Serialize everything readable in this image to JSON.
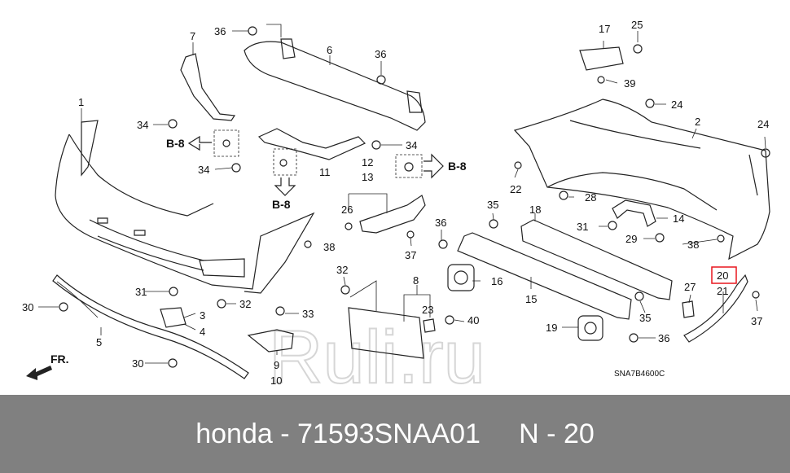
{
  "diagram": {
    "part_labels": {
      "p1": "1",
      "p2": "2",
      "p3": "3",
      "p4": "4",
      "p5": "5",
      "p6": "6",
      "p7": "7",
      "p8": "8",
      "p9": "9",
      "p10": "10",
      "p11": "11",
      "p12": "12",
      "p13": "13",
      "p14": "14",
      "p15": "15",
      "p16": "16",
      "p17": "17",
      "p18": "18",
      "p19": "19",
      "p20": "20",
      "p21": "21",
      "p22": "22",
      "p23": "23",
      "p24a": "24",
      "p24b": "24",
      "p25": "25",
      "p26": "26",
      "p27": "27",
      "p28": "28",
      "p29": "29",
      "p30a": "30",
      "p30b": "30",
      "p31a": "31",
      "p31b": "31",
      "p32a": "32",
      "p32b": "32",
      "p33": "33",
      "p34a": "34",
      "p34b": "34",
      "p34c": "34",
      "p35a": "35",
      "p35b": "35",
      "p36a": "36",
      "p36b": "36",
      "p36c": "36",
      "p36d": "36",
      "p37a": "37",
      "p37b": "37",
      "p38a": "38",
      "p38b": "38",
      "p39": "39",
      "p40": "40"
    },
    "ref_labels": {
      "left": "B-8",
      "down": "B-8",
      "right": "B-8"
    },
    "front_label": "FR.",
    "diagram_code": "SNA7B4600C",
    "highlighted_part": "20",
    "watermark": "Ruli.ru",
    "highlight_color": "#e8171e"
  },
  "footer": {
    "text": "honda - 71593SNAA01     N - 20",
    "background": "#808080",
    "text_color": "#ffffff"
  }
}
